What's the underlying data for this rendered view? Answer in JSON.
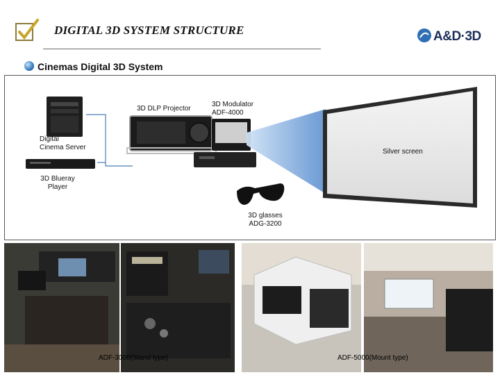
{
  "header": {
    "title": "DIGITAL 3D SYSTEM STRUCTURE",
    "logo_text": "A&D·3D"
  },
  "section": {
    "title": "Cinemas Digital 3D System"
  },
  "diagram": {
    "projector_label": "3D DLP Projector",
    "modulator_label_line1": "3D Modulator",
    "modulator_label_line2": "ADF-4000",
    "server_label_line1": "Digital",
    "server_label_line2": "Cinema Server",
    "screen_label": "Silver screen",
    "bluray_label_line1": "3D Blueray",
    "bluray_label_line2": "Player",
    "glasses_label_line1": "3D glasses",
    "glasses_label_line2": "ADG-3200"
  },
  "photos": {
    "caption_left": "ADF-3000(Stand type)",
    "caption_right": "ADF-5000(Mount type)"
  },
  "colors": {
    "logo_blue": "#1c2f58",
    "beam": "#7aa6d8",
    "screen_frame": "#2a2a2a"
  }
}
